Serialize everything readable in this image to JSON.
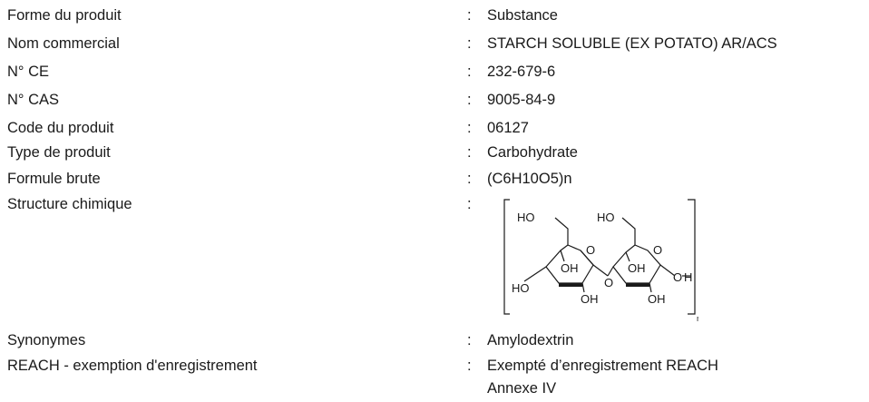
{
  "rows": [
    {
      "label": "Forme du produit",
      "colon": ":",
      "value": "Substance"
    },
    {
      "label": "Nom commercial",
      "colon": ":",
      "value": "STARCH SOLUBLE (EX POTATO) AR/ACS"
    },
    {
      "label": "N° CE",
      "colon": ":",
      "value": "232-679-6"
    },
    {
      "label": "N° CAS",
      "colon": ":",
      "value": "9005-84-9"
    },
    {
      "label": "Code du produit",
      "colon": ":",
      "value": "06127"
    },
    {
      "label": "Type de produit",
      "colon": ":",
      "value": "Carbohydrate"
    },
    {
      "label": "Formule brute",
      "colon": ":",
      "value": "(C6H10O5)n"
    },
    {
      "label": "Structure chimique",
      "colon": ":"
    },
    {
      "label": "Synonymes",
      "colon": ":",
      "value": "Amylodextrin"
    },
    {
      "label": "REACH - exemption d'enregistrement",
      "colon": ":",
      "value": "Exempté d’enregistrement REACH",
      "value_line2": "Annexe IV"
    }
  ],
  "structure_labels": {
    "ho1": "HO",
    "ho2": "HO",
    "o_ring1": "O",
    "o_ring2": "O",
    "oh1": "OH",
    "oh2": "OH",
    "oh3": "OH",
    "oh4": "OH",
    "ho_left": "HO",
    "o_bridge": "O",
    "o_end": "O",
    "h_end": "H",
    "n": "n"
  }
}
